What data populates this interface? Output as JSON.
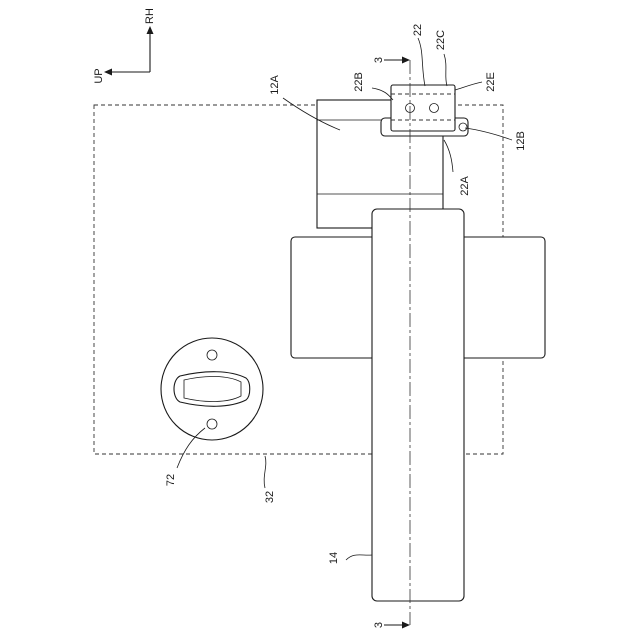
{
  "orientation": {
    "up_label": "UP",
    "rh_label": "RH"
  },
  "section_markers": {
    "top": "3",
    "bottom": "3"
  },
  "labels": {
    "l22": "22",
    "l22C": "22C",
    "l22B": "22B",
    "l22E": "22E",
    "l12A": "12A",
    "l12B": "12B",
    "l22A": "22A",
    "l72": "72",
    "l32": "32",
    "l14": "14"
  }
}
